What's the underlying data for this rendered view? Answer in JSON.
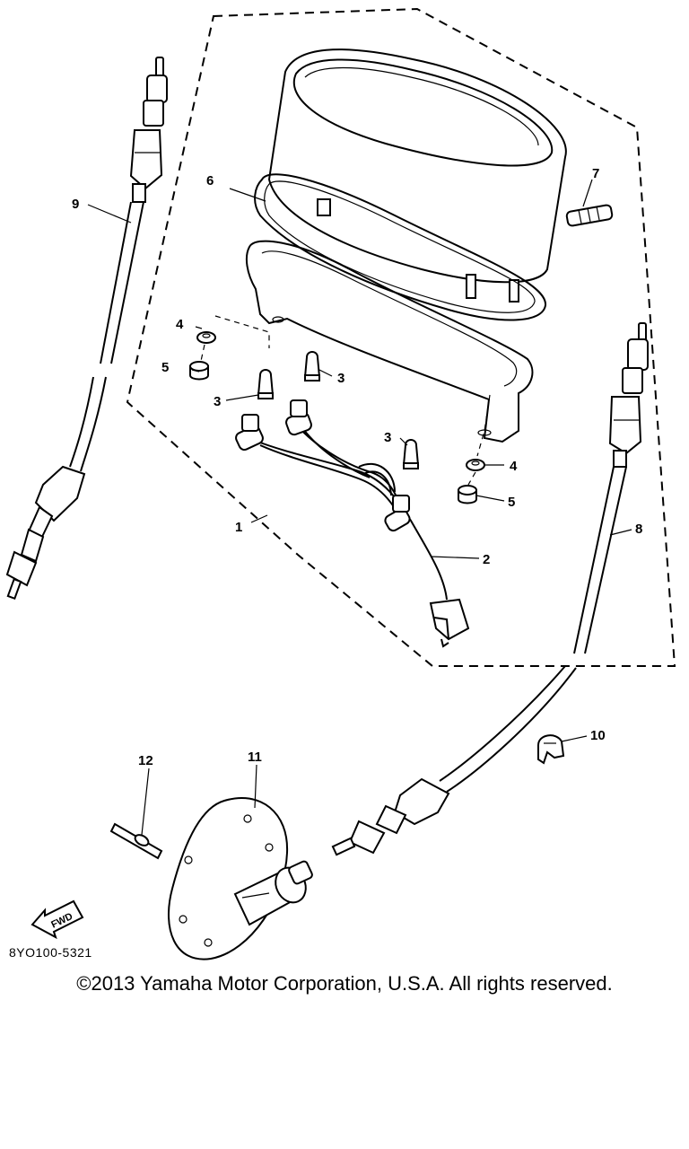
{
  "diagram": {
    "callouts": [
      {
        "id": "c1",
        "label": "1"
      },
      {
        "id": "c2",
        "label": "2"
      },
      {
        "id": "c3a",
        "label": "3"
      },
      {
        "id": "c3b",
        "label": "3"
      },
      {
        "id": "c3c",
        "label": "3"
      },
      {
        "id": "c4a",
        "label": "4"
      },
      {
        "id": "c4b",
        "label": "4"
      },
      {
        "id": "c5a",
        "label": "5"
      },
      {
        "id": "c5b",
        "label": "5"
      },
      {
        "id": "c6",
        "label": "6"
      },
      {
        "id": "c7",
        "label": "7"
      },
      {
        "id": "c8",
        "label": "8"
      },
      {
        "id": "c9",
        "label": "9"
      },
      {
        "id": "c10",
        "label": "10"
      },
      {
        "id": "c11",
        "label": "11"
      },
      {
        "id": "c12",
        "label": "12"
      }
    ],
    "fwd_arrow_label": "FWD",
    "reference_code": "8YO100-5321"
  },
  "footer": {
    "copyright": "©2013 Yamaha Motor Corporation, U.S.A. All rights reserved."
  }
}
